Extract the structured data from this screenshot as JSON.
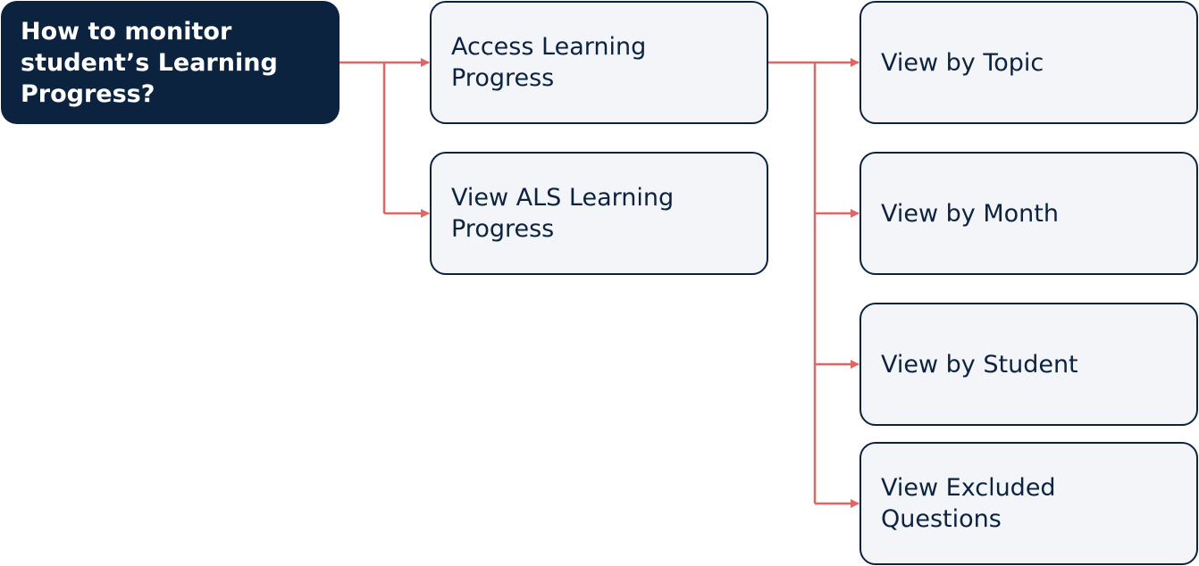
{
  "root": {
    "label": "How to monitor student’s Learning Progress?"
  },
  "level1": [
    {
      "label": "Access Learning Progress"
    },
    {
      "label": "View ALS Learning Progress"
    }
  ],
  "level2": [
    {
      "label": "View by Topic"
    },
    {
      "label": "View by Month"
    },
    {
      "label": "View by Student"
    },
    {
      "label": "View Excluded Questions"
    }
  ],
  "colors": {
    "root_fill": "#0c2340",
    "node_fill": "#f3f5f9",
    "node_border": "#0c2340",
    "connector": "#e06666"
  }
}
